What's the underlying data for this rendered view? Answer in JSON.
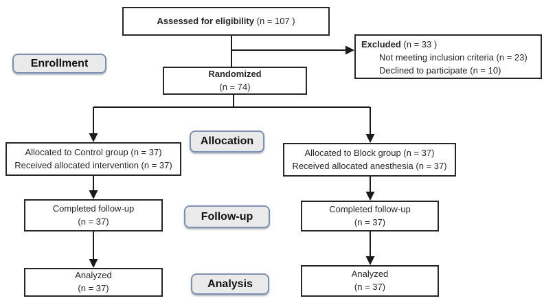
{
  "stages": [
    {
      "label": "Enrollment"
    },
    {
      "label": "Allocation"
    },
    {
      "label": "Follow-up"
    },
    {
      "label": "Analysis"
    }
  ],
  "boxes": {
    "assessed": {
      "bold_text": "Assessed for eligibility",
      "n_text": "(n = 107 )"
    },
    "excluded": {
      "bold_text": "Excluded",
      "n_text": "(n = 33 )",
      "reasons": [
        "Not meeting inclusion criteria (n = 23)",
        "Declined to participate (n = 10)"
      ]
    },
    "randomized": {
      "line1": "Randomized",
      "line2": "(n = 74)"
    },
    "alloc_left": {
      "line1": "Allocated to Control group (n = 37)",
      "line2": "Received allocated intervention (n = 37)"
    },
    "alloc_right": {
      "line1": "Allocated to Block group (n = 37)",
      "line2": "Received allocated anesthesia (n = 37)"
    },
    "followup_left": {
      "line1": "Completed follow-up",
      "line2": "(n = 37)"
    },
    "followup_right": {
      "line1": "Completed follow-up",
      "line2": "(n = 37)"
    },
    "analyzed_left": {
      "line1": "Analyzed",
      "line2": "(n = 37)"
    },
    "analyzed_right": {
      "line1": "Analyzed",
      "line2": "(n = 37)"
    }
  },
  "colors": {
    "line": "#1a1a1a",
    "box_border": "#262626",
    "stage_fill": "#eaeaea",
    "stage_border": "#7d92b0",
    "text": "#262626"
  }
}
